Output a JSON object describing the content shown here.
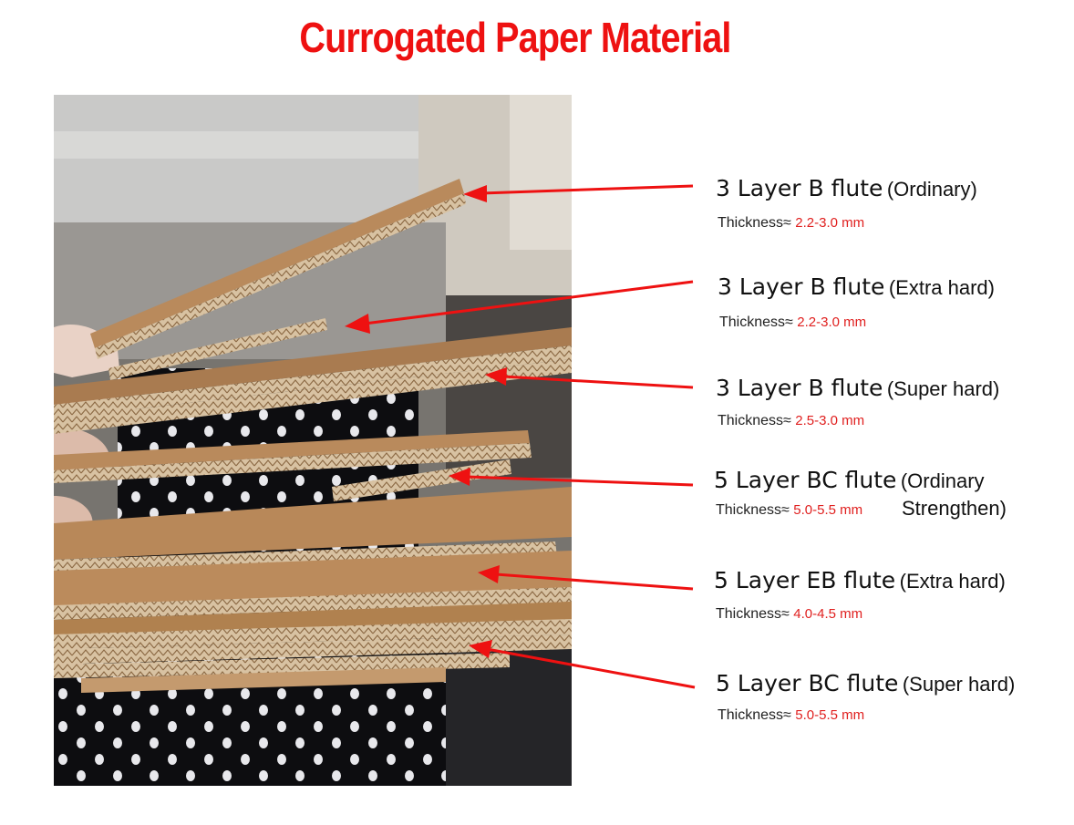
{
  "title": "Currogated Paper Material",
  "thickness_label": "Thickness≈",
  "items": [
    {
      "name": "3 Layer B flute",
      "grade": "(Ordinary)",
      "thickness": "2.2-3.0 mm"
    },
    {
      "name": "3 Layer B flute",
      "grade": "(Extra hard)",
      "thickness": "2.2-3.0 mm"
    },
    {
      "name": "3 Layer B flute",
      "grade": "(Super hard)",
      "thickness": "2.5-3.0 mm"
    },
    {
      "name": "5 Layer BC flute",
      "grade": "(Ordinary",
      "grade_line2": "Strengthen)",
      "thickness": "5.0-5.5 mm"
    },
    {
      "name": "5 Layer EB flute",
      "grade": "(Extra hard)",
      "thickness": "4.0-4.5 mm"
    },
    {
      "name": "5 Layer BC flute",
      "grade": "(Super hard)",
      "thickness": "5.0-5.5 mm"
    }
  ],
  "colors": {
    "title": "#ee1111",
    "arrow": "#ee1111",
    "value": "#e0201f",
    "cardboard": "#b98a5c"
  }
}
